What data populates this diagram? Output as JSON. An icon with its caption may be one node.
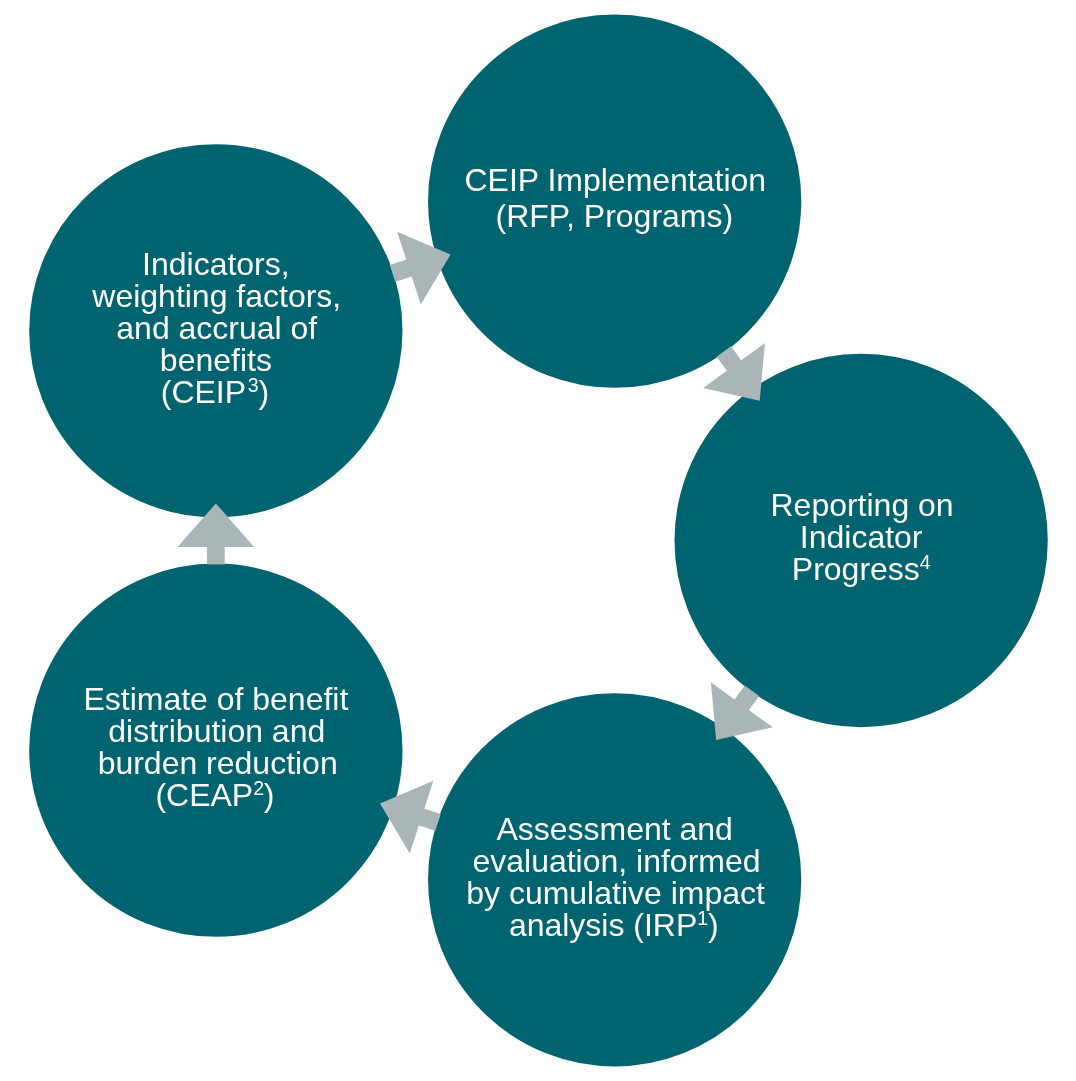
{
  "diagram": {
    "nodes": [
      {
        "text": [
          "Assessment and evaluation, informed by cumulative impact analysis (IRP$^{1}$)"
        ]
      },
      {
        "text": [
          "Estimate of benefit distribution and burden reduction (CEAP$^{2}$)"
        ]
      },
      {
        "text": [
          "Indicators, weighting factors, and accrual of benefits (CEIP$^{3}$)"
        ]
      },
      {
        "text": [
          "CEIP Implementation (RFP, Programs)"
        ]
      },
      {
        "text": [
          "Reporting on Indicator Progress$^{4}$"
        ]
      }
    ],
    "edges": [
      {
        "from": 4,
        "to": 0,
        "arrow": "to"
      },
      {
        "from": 0,
        "to": 1,
        "arrow": "to"
      },
      {
        "from": 1,
        "to": 2,
        "arrow": "to"
      },
      {
        "from": 2,
        "to": 3,
        "arrow": "to"
      },
      {
        "from": 3,
        "to": 4,
        "arrow": "to"
      }
    ]
  }
}
